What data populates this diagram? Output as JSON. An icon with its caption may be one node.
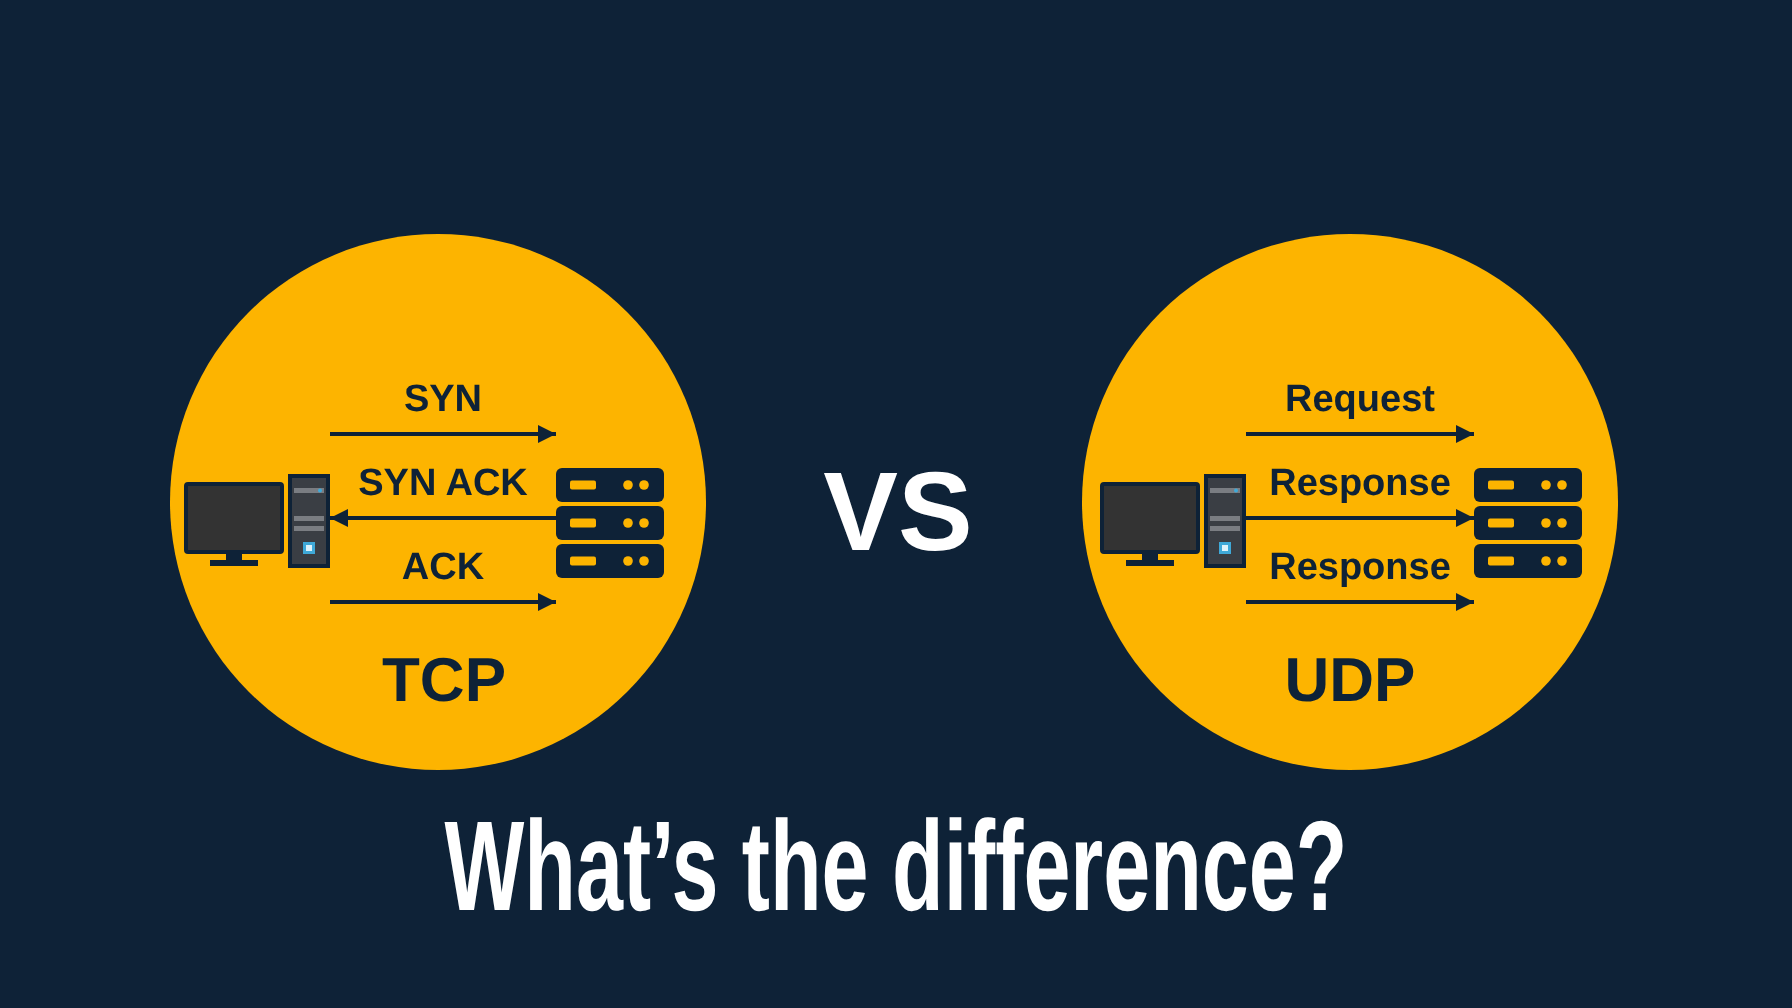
{
  "diagram": {
    "title": "What’s the difference?",
    "nodes": [
      {
        "text": [
          "TCP"
        ]
      },
      {
        "text": [],
        "shape": "computer",
        "in": 0
      },
      {
        "text": [],
        "shape": "server",
        "in": 0
      },
      {
        "text": [
          "UDP"
        ]
      },
      {
        "text": [],
        "shape": "computer",
        "in": 3
      },
      {
        "text": [],
        "shape": "server",
        "in": 3
      }
    ],
    "edges": [
      {
        "from": 1,
        "to": 2,
        "arrow": "to",
        "label": "SYN"
      },
      {
        "from": 2,
        "to": 1,
        "arrow": "to",
        "label": "SYN ACK"
      },
      {
        "from": 1,
        "to": 2,
        "arrow": "to",
        "label": "ACK"
      },
      {
        "from": 4,
        "to": 5,
        "arrow": "to",
        "label": "Request"
      },
      {
        "from": 4,
        "to": 5,
        "arrow": "to",
        "label": "Response"
      },
      {
        "from": 4,
        "to": 5,
        "arrow": "to",
        "label": "Response"
      }
    ],
    "labels": [
      "VS"
    ]
  }
}
